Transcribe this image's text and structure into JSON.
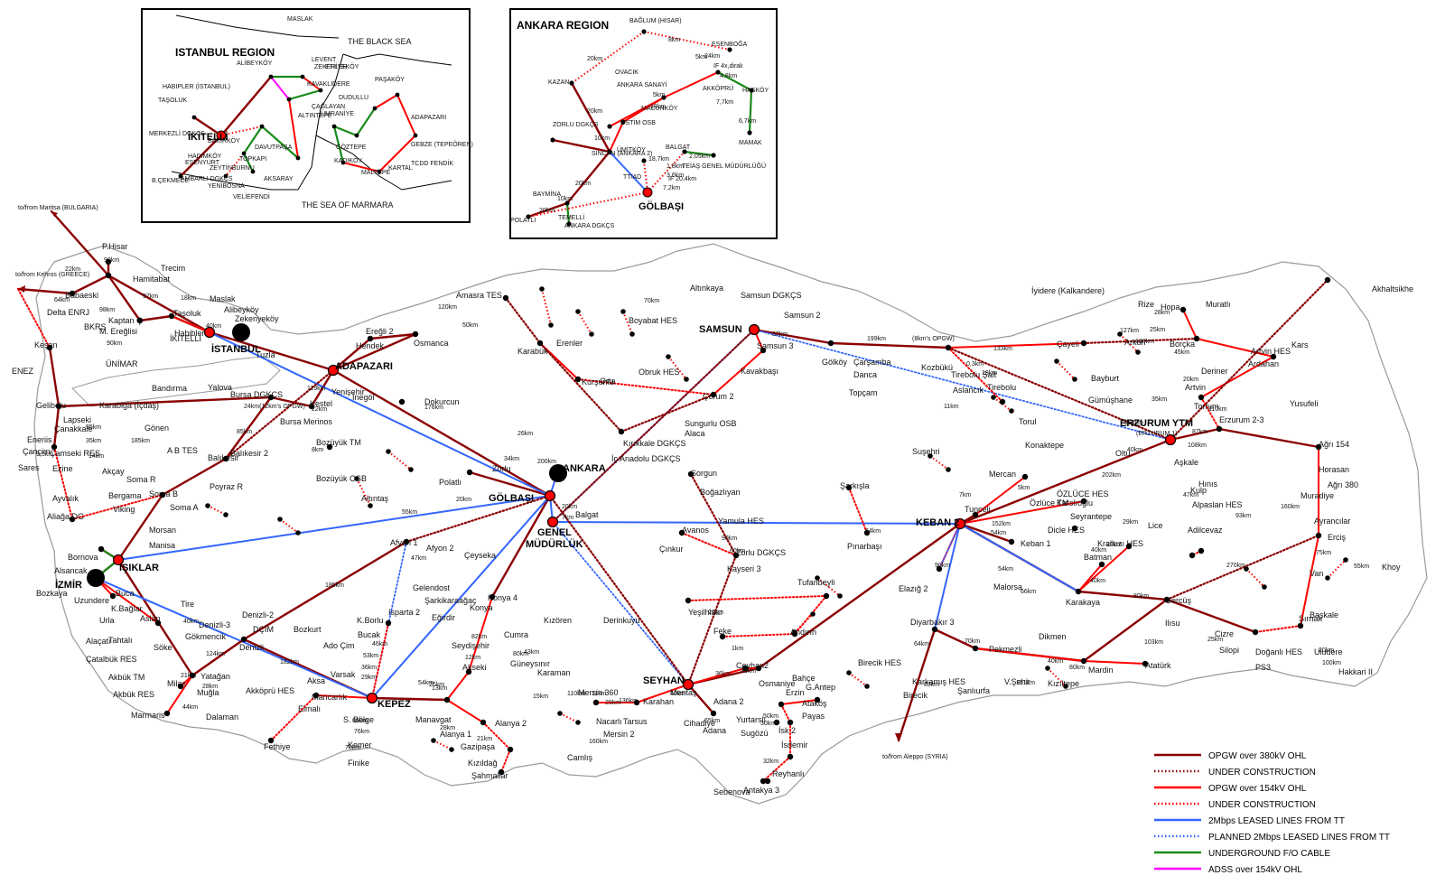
{
  "colors": {
    "opgw380": "#8b0000",
    "opgw154": "#ff0000",
    "leased": "#3366ff",
    "underground": "#1a8a1a",
    "adss": "#ff00ff",
    "node": "#000000",
    "hub": "#ff0000"
  },
  "inset_istanbul": {
    "title": "ISTANBUL REGION",
    "black_sea": "THE BLACK SEA",
    "marmara": "THE SEA OF MARMARA",
    "ikitelli": "İKİTELLİ",
    "labels": [
      "MASLAK",
      "HABIPLER (İSTANBUL)",
      "TAŞOLUK",
      "ALİBEYKÖY",
      "LEVENT",
      "ZEKERİYEKÖY",
      "ÇAĞLAYAN",
      "ETİLER",
      "MERKEZLİ DGKÇS",
      "ALTINTEPE",
      "ÜMRANİYE",
      "DUDULLU",
      "PAŞAKÖY",
      "ADAPAZARI",
      "GEBZE (TEPEÖREN)",
      "KARTAL",
      "MALTEPE",
      "KADIKÖY",
      "GÖZTEPE",
      "TCDD FENDİK",
      "BAKIRKÖY",
      "TOPKAPI",
      "DAVUTPAŞA",
      "VELİEFENDİ",
      "B.ÇEKMECE",
      "AMBARLI DGKÇS",
      "YENİBOSNA",
      "ESENYURT",
      "AKSARAY",
      "KAVAKLIDERE",
      "HADIMKÖY",
      "ZEYTİNBURNU"
    ]
  },
  "inset_ankara": {
    "title": "ANKARA REGION",
    "golbasi": "GÖLBAŞI",
    "labels": [
      "BAĞLUM (HİSAR)",
      "ESENBOĞA",
      "KAZAN",
      "OVACIK",
      "ANKARA SANAYİ",
      "ZORLU DGKÇS",
      "MACUNKÖY",
      "AKKÖPRÜ",
      "HASKÖY",
      "OSTİM OSB",
      "MAMAK",
      "SİNCAN (ANKARA 2)",
      "ÜMİTKÖY",
      "BALGAT",
      "TEİAŞ GENEL MÜDÜRLÜĞÜ",
      "BAYMİNA",
      "POLATLI",
      "TEMELLİ",
      "ANKARA DGKÇS"
    ],
    "distances": [
      "8km",
      "20km",
      "5km",
      "18km",
      "24km",
      "IF 4x,dirak",
      "4,8km",
      "7,7km",
      "6,7km",
      "20km",
      "5km",
      "10km",
      "18,7km",
      "3,6km",
      "2,05km",
      "1,8km",
      "IF 20,4km",
      "7,2km",
      "20km",
      "10km",
      "20km",
      "TT/AD"
    ]
  },
  "major": {
    "istanbul": "İSTANBUL",
    "adapazari": "ADAPAZARI",
    "ankara": "ANKARA",
    "golbasi": "GÖLBAŞI",
    "genel": "GENEL",
    "mudurluk": "MÜDÜRLÜK",
    "izmir": "İZMİR",
    "isiklar": "IŞIKLAR",
    "kepez": "KEPEZ",
    "seyhan": "SEYHAN",
    "keban": "KEBAN 2",
    "samsun": "SAMSUN",
    "erzurum": "ERZURUM YTM",
    "erzurum_sub": "(ERZURUM 1)"
  },
  "external": {
    "bulgaria": "to/from Maritsa (BULGARIA)",
    "greece": "to/from Kehros (GREECE)",
    "syria": "to/from Aleppo (SYRIA)"
  },
  "place_labels": [
    "P.Hisar",
    "Trecim",
    "Hamitabat",
    "Babaeski",
    "Delta ENRJ",
    "BKRS",
    "Kaptan Ç",
    "M. Ereğlisi",
    "Taşoluk",
    "Habibler",
    "Maslak",
    "Alibeyköy",
    "Zekeriyeköy",
    "İKİTELLİ",
    "ÜNİMAR",
    "Keşan",
    "ENEZ",
    "Gelibolu",
    "Lapseki",
    "Karabiga (İçdaş)",
    "Çanakkale",
    "Eneriis",
    "Çamseki RES",
    "Çançim",
    "Sares",
    "Ezine",
    "Akçay",
    "Bandırma",
    "Gönen",
    "Yalova",
    "Bursa DGKÇS",
    "Bursa Merinos",
    "Balıkesir 2",
    "Balıkesir",
    "A B TES",
    "Poyraz R",
    "Soma R",
    "Soma B",
    "Soma A",
    "Ayvalık",
    "Aliağa DG",
    "Bergama",
    "Manisa",
    "Morsan",
    "Viking",
    "Bornova",
    "Alsancak",
    "Bozkaya",
    "Uzundere",
    "Buca",
    "K.Bağlar",
    "Aslan",
    "Urla",
    "Alaçatı",
    "Tahtalı",
    "Çatalbük RES",
    "Akbük TM",
    "Akbük RES",
    "Milas",
    "Söke",
    "Yatağan",
    "Muğla",
    "Marmaris",
    "Dalaman",
    "Fethiye",
    "Akköprü HES",
    "Denizli",
    "Denizli-2",
    "Denizli-3",
    "DÇİM",
    "Bozkurt",
    "Tire",
    "Gökmencik",
    "Elmalı",
    "Akseki",
    "Manavgat",
    "Alanya 1",
    "Alanya 2",
    "Gazipaşa",
    "Kızıldağ",
    "Şahmallar",
    "Finike",
    "Kemer",
    "S. Bölge",
    "Varsak",
    "Ado Çim",
    "Aksa",
    "Mancarlık",
    "Bucak",
    "K.Borlu",
    "Isparta 2",
    "Eğirdir",
    "Gelendost",
    "Şarkikaraağaç",
    "Afyon 1",
    "Afyon 2",
    "Seydişehir",
    "Konya 4",
    "Konya",
    "Çeyseka",
    "Cumra",
    "Güneysınır",
    "Karaman",
    "Mersin 360",
    "Nacarlı",
    "Tarsus",
    "Mersin 2",
    "Camlış",
    "Karahan",
    "Cihadiye",
    "Adana 2",
    "Adana",
    "Yurtarslı",
    "Sugözü",
    "İsk 2",
    "İsdemir",
    "Erzin",
    "Ataköş",
    "Payas",
    "Reyhanlı",
    "Antakya 3",
    "Sebenova",
    "Osmaniye",
    "Ceyhan2",
    "Bahçe",
    "G.Antep",
    "Birecik",
    "Birecik HES",
    "Karkamış HES",
    "Şanlıurfa",
    "Pekmezli",
    "V.Şehir",
    "Dikmen",
    "Kızıltepe",
    "Mardin",
    "Atatürk",
    "Diyarbakır 3",
    "Karakaya",
    "Malorsa",
    "Elazığ 2",
    "Keban 1",
    "Tunceli",
    "Özlüce TM",
    "ÖZLÜCE HES",
    "Seyrantepe",
    "Dicle HES",
    "Kralkızı HES",
    "Batman",
    "Gercüş",
    "Ilısu",
    "Cizre",
    "Silopi",
    "PS3",
    "Doğanlı HES",
    "Hakkari II",
    "Uludere",
    "Şırnak",
    "Başkale",
    "Van",
    "Erciş",
    "Muradiye",
    "Ayrancılar",
    "Ağrı 380",
    "Ağrı 154",
    "Horasan",
    "Erzurum 2-3",
    "Aşkale",
    "Oltu",
    "Tortum",
    "Artvin",
    "Artvin HES",
    "Ardahan",
    "Kars",
    "Yusufeli",
    "Deriner",
    "Borçka",
    "Muratlı",
    "Hopa",
    "Rize",
    "Çayeli",
    "Arkun",
    "Bayburt",
    "Gümüşhane",
    "Torul",
    "Tirebolu",
    "Tirebolu Şalt",
    "Aslancık",
    "Kozbükü",
    "Çarşamba",
    "Samsun 2",
    "Samsun 3",
    "Samsun DGKÇS",
    "Kavakbaşı",
    "Gölköy",
    "Danca",
    "Topçam",
    "Suşehri",
    "Mercan",
    "Konaktepe",
    "Tufanbeyli",
    "Andırın",
    "Yeşilhisar",
    "Feke",
    "Kızören",
    "Derinkuyu",
    "Kayseri 3",
    "Zorlu DGKÇS",
    "Yamula HES",
    "Avanos",
    "Çınkur",
    "Şarkışla",
    "Pınarbaşı",
    "Sorgun",
    "Boğazlıyan",
    "Çorum 2",
    "Obruk HES",
    "Sungurlu OSB",
    "Alaca",
    "Kırıkkale DGKÇS",
    "İç Anadolu DGKÇS",
    "Kurşunlu",
    "Orta",
    "Karabük",
    "Erenler",
    "Boyabat HES",
    "Amasra TES",
    "Altınkaya",
    "Osmanca",
    "Dokurcun",
    "Kestel",
    "Yenişehir",
    "İnegöl",
    "Bozüyük TM",
    "Bozüyük OSB",
    "Altıntaş",
    "Polatlı",
    "Zorlu",
    "Balgat",
    "Tuzla",
    "Ereğli 2",
    "Hendek",
    "İyidere (Kalkandere)",
    "Akhaltsikhe",
    "Khoy",
    "Kulp",
    "Hınıs",
    "Alpaslan HES",
    "Lice",
    "Adilcevaz",
    "Karslıoğlu",
    "Mentaş"
  ],
  "distance_labels": [
    "22km",
    "90km",
    "97km",
    "64km",
    "98km",
    "90km",
    "18km",
    "40km",
    "119km",
    "120km",
    "50km",
    "70km",
    "176km",
    "185km",
    "95km",
    "35km",
    "9,5km",
    "14km",
    "85km",
    "24km(12km's OPGW)",
    "22km",
    "8km",
    "20km",
    "200km",
    "34km",
    "26km",
    "20km",
    "7km",
    "55km",
    "47km",
    "185km",
    "124km",
    "182km",
    "44km",
    "28km",
    "21km",
    "40km",
    "46km",
    "53km",
    "36km",
    "29km",
    "26km",
    "13km",
    "12km",
    "82km",
    "80km",
    "43km",
    "66km",
    "76km",
    "78km",
    "28km",
    "21km",
    "110km",
    "11km",
    "29km",
    "136km",
    "160km",
    "54km",
    "15km",
    "40km",
    "36km",
    "39km",
    "65km",
    "50km",
    "32km",
    "22km",
    "1km",
    "30km",
    "90km",
    "60km",
    "64km",
    "70km",
    "161km",
    "40km",
    "80km",
    "103km",
    "25km",
    "83km",
    "64km",
    "90km",
    "7km",
    "152km",
    "54km",
    "54km",
    "66km",
    "40km",
    "40km",
    "20km",
    "80km",
    "29km",
    "47km",
    "93km",
    "75km",
    "55km",
    "270km",
    "20km",
    "100km",
    "160km",
    "87km",
    "108km",
    "202km",
    "40km",
    "110km",
    "130km",
    "35km",
    "20km",
    "28km",
    "25km",
    "45km",
    "127km",
    "153km",
    "133km",
    "0,3km",
    "199km",
    "37km",
    "11km",
    "18km",
    "(8km's OPGW)",
    "5km"
  ],
  "legend": [
    {
      "label": "OPGW over 380kV OHL",
      "color": "#8b0000",
      "style": "solid"
    },
    {
      "label": "UNDER CONSTRUCTION",
      "color": "#8b0000",
      "style": "dotted"
    },
    {
      "label": "OPGW over 154kV OHL",
      "color": "#ff0000",
      "style": "solid"
    },
    {
      "label": "UNDER CONSTRUCTION",
      "color": "#ff0000",
      "style": "dotted"
    },
    {
      "label": "2Mbps LEASED LINES FROM TT",
      "color": "#3366ff",
      "style": "solid"
    },
    {
      "label": "PLANNED 2Mbps LEASED LINES FROM TT",
      "color": "#3366ff",
      "style": "dotted"
    },
    {
      "label": "UNDERGROUND F/O CABLE",
      "color": "#1a8a1a",
      "style": "solid"
    },
    {
      "label": "ADSS over 154kV OHL",
      "color": "#ff00ff",
      "style": "solid"
    }
  ]
}
